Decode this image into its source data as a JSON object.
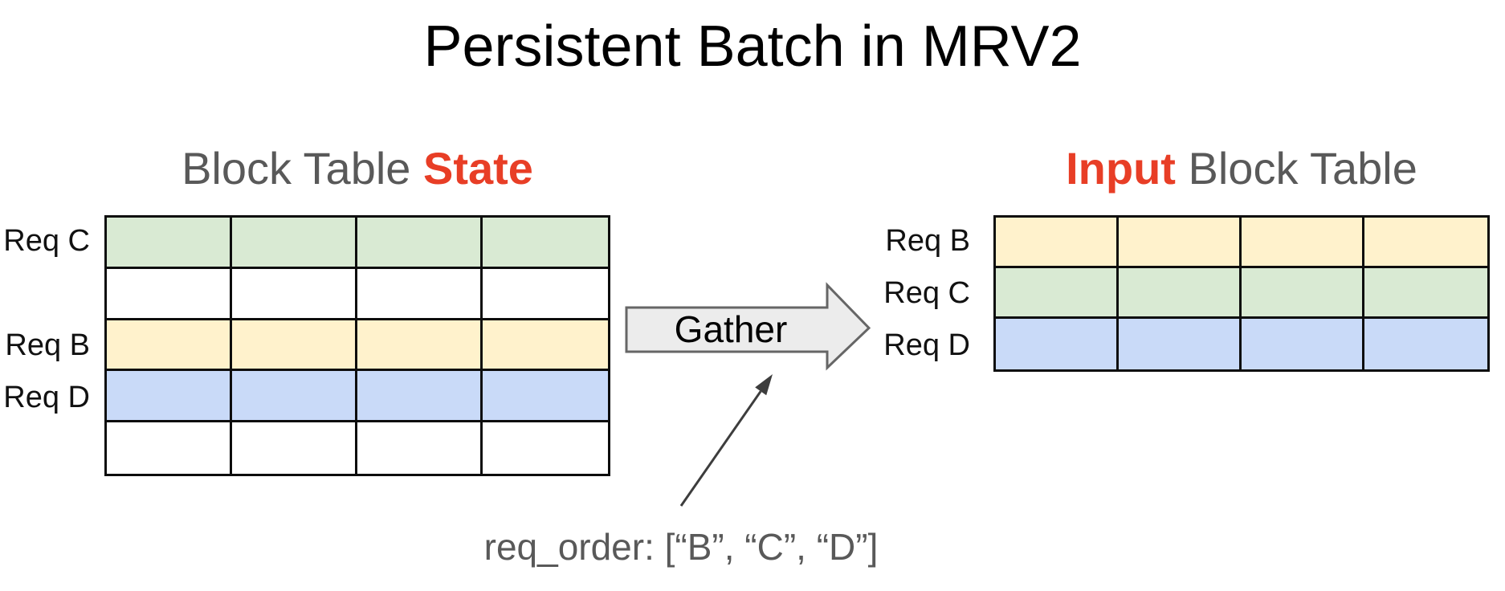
{
  "title": "Persistent Batch in MRV2",
  "colors": {
    "accent_red": "#e83e26",
    "heading_gray": "#595959",
    "table_border": "#0d0d0d",
    "cell_green": "#d9ead3",
    "cell_yellow": "#fff2cc",
    "cell_blue": "#c9daf8",
    "cell_white": "#ffffff",
    "gather_fill": "#ececec",
    "gather_stroke": "#666666",
    "annotation_color": "#3d3d3d"
  },
  "state_table": {
    "heading_plain": "Block Table",
    "heading_accent": "State",
    "columns": 4,
    "rows": [
      {
        "label": "Req C",
        "color": "#d9ead3"
      },
      {
        "label": "",
        "color": "#ffffff"
      },
      {
        "label": "Req B",
        "color": "#fff2cc"
      },
      {
        "label": "Req D",
        "color": "#c9daf8"
      },
      {
        "label": "",
        "color": "#ffffff"
      }
    ]
  },
  "input_table": {
    "heading_accent": "Input",
    "heading_plain": "Block Table",
    "columns": 4,
    "rows": [
      {
        "label": "Req B",
        "color": "#fff2cc"
      },
      {
        "label": "Req C",
        "color": "#d9ead3"
      },
      {
        "label": "Req D",
        "color": "#c9daf8"
      }
    ]
  },
  "gather": {
    "label": "Gather"
  },
  "annotation": {
    "text": "req_order: [“B”, “C”, “D”]"
  }
}
